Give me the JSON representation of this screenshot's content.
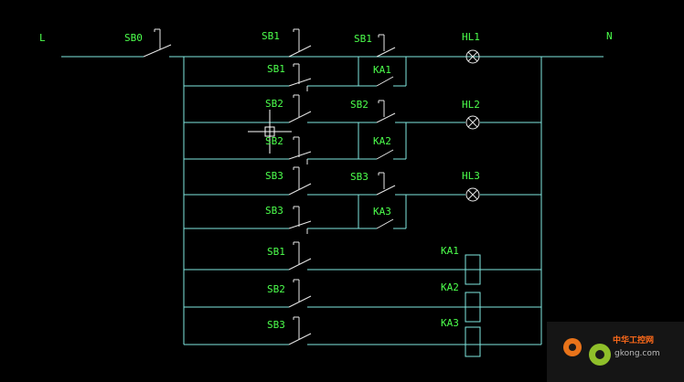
{
  "labels": {
    "L": "L",
    "N": "N",
    "SB0": "SB0",
    "row1_sb": "SB1",
    "row1_right_sb": "SB1",
    "row1_lamp": "HL1",
    "row2_sb": "SB1",
    "row2_ka": "KA1",
    "row3_sb": "SB2",
    "row3_right_sb": "SB2",
    "row3_lamp": "HL2",
    "row4_sb": "SB2",
    "row4_ka": "KA2",
    "row5_sb": "SB3",
    "row5_right_sb": "SB3",
    "row5_lamp": "HL3",
    "row6_sb": "SB3",
    "row6_ka": "KA3",
    "row7_sb": "SB1",
    "row7_coil": "KA1",
    "row8_sb": "SB2",
    "row8_coil": "KA2",
    "row9_sb": "SB3",
    "row9_coil": "KA3"
  },
  "watermark": {
    "title": "中华工控网",
    "site": "gkong.com"
  },
  "colors": {
    "wire": "#7fe8e0",
    "switch": "#e8e8e8",
    "label": "#4cff4c",
    "background": "#000000"
  }
}
